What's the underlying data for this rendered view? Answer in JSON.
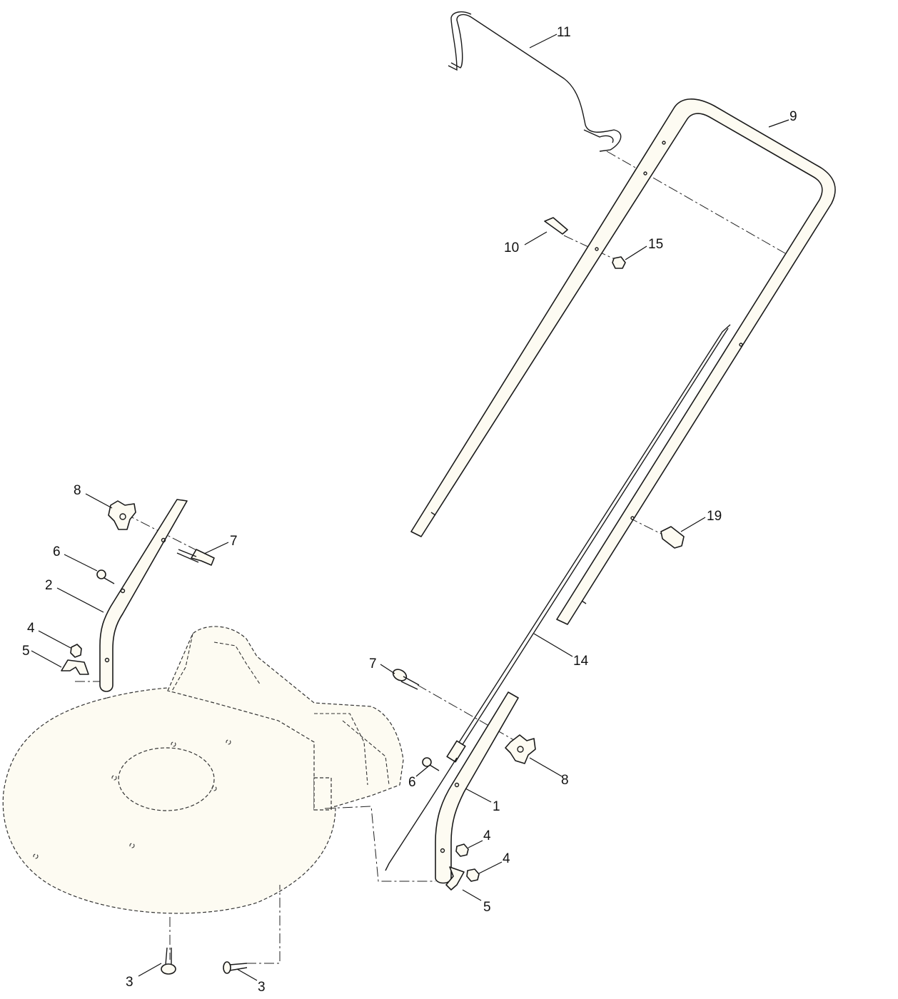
{
  "callouts": [
    {
      "id": "c11",
      "label": "11"
    },
    {
      "id": "c9",
      "label": "9"
    },
    {
      "id": "c10",
      "label": "10"
    },
    {
      "id": "c15",
      "label": "15"
    },
    {
      "id": "c19",
      "label": "19"
    },
    {
      "id": "c14",
      "label": "14"
    },
    {
      "id": "c8a",
      "label": "8"
    },
    {
      "id": "c7a",
      "label": "7"
    },
    {
      "id": "c6a",
      "label": "6"
    },
    {
      "id": "c2",
      "label": "2"
    },
    {
      "id": "c4a",
      "label": "4"
    },
    {
      "id": "c5a",
      "label": "5"
    },
    {
      "id": "c7b",
      "label": "7"
    },
    {
      "id": "c8b",
      "label": "8"
    },
    {
      "id": "c6b",
      "label": "6"
    },
    {
      "id": "c1",
      "label": "1"
    },
    {
      "id": "c4b",
      "label": "4"
    },
    {
      "id": "c4c",
      "label": "4"
    },
    {
      "id": "c5b",
      "label": "5"
    },
    {
      "id": "c3a",
      "label": "3"
    },
    {
      "id": "c3b",
      "label": "3"
    }
  ]
}
